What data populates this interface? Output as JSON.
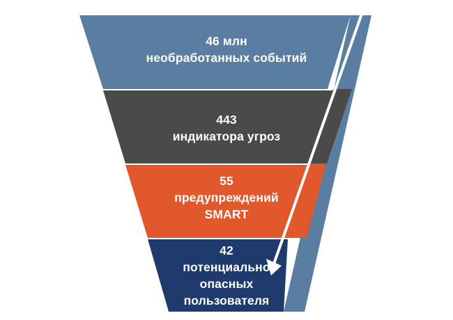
{
  "funnel": {
    "stages": [
      {
        "lines": [
          "46 млн",
          "необработанных событий"
        ],
        "color": "#5a7ea1"
      },
      {
        "lines": [
          "443",
          "индикатора угроз"
        ],
        "color": "#4a4a4a"
      },
      {
        "lines": [
          "55",
          "предупреждений",
          "SMART"
        ],
        "color": "#e0582b"
      },
      {
        "lines": [
          "42",
          "потенциально",
          "опасных",
          "пользователя"
        ],
        "color": "#1f3b6e"
      }
    ],
    "arrow_color": "#ffffff"
  }
}
